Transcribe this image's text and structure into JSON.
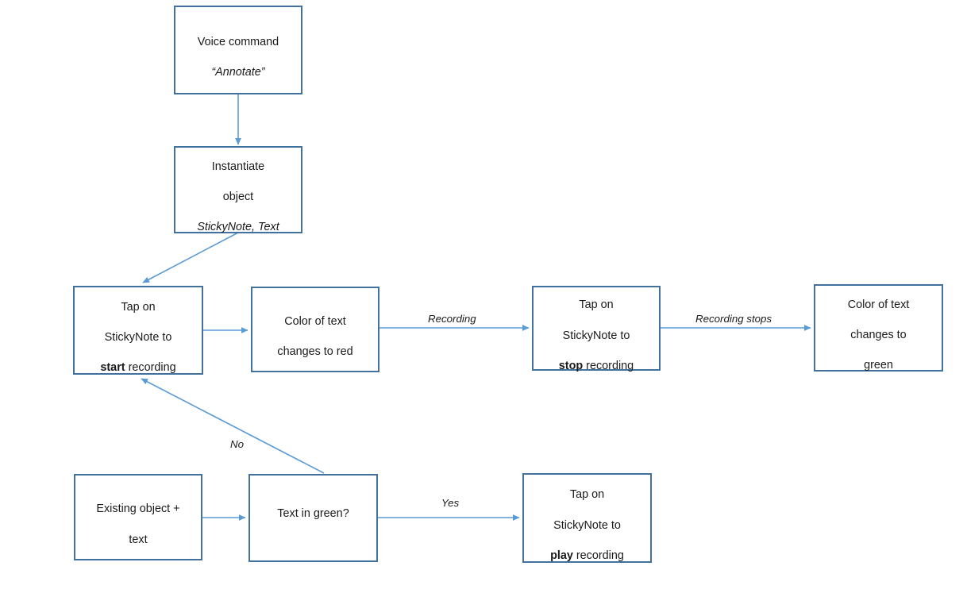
{
  "diagram": {
    "title": "StickyNote voice annotation flowchart",
    "colors": {
      "node_border": "#41719C",
      "node_fill": "#ffffff",
      "connector": "#5B9BD5",
      "text": "#1a1a1a"
    },
    "nodes": [
      {
        "id": "voice-command",
        "line1": "Voice command",
        "line2": "“Annotate”"
      },
      {
        "id": "instantiate-object",
        "line1": "Instantiate",
        "line2": "object",
        "line3": "StickyNote, Text"
      },
      {
        "id": "tap-start-recording",
        "line1": "Tap on",
        "line2": "StickyNote to",
        "line3_bold": "start",
        "line3_rest": " recording"
      },
      {
        "id": "text-red",
        "line1": "Color of text",
        "line2": "changes to red"
      },
      {
        "id": "tap-stop-recording",
        "line1": "Tap on",
        "line2": "StickyNote to",
        "line3_bold": "stop",
        "line3_rest": " recording"
      },
      {
        "id": "text-green",
        "line1": "Color of text",
        "line2": "changes to",
        "line3": "green"
      },
      {
        "id": "existing-object",
        "line1": "Existing object +",
        "line2": "text"
      },
      {
        "id": "text-in-green-decision",
        "line1": "Text in green?"
      },
      {
        "id": "tap-play-recording",
        "line1": "Tap on",
        "line2": "StickyNote to",
        "line3_bold": "play",
        "line3_rest": " recording"
      }
    ],
    "edge_labels": {
      "recording": "Recording",
      "recording_stops": "Recording stops",
      "no": "No",
      "yes": "Yes"
    }
  }
}
